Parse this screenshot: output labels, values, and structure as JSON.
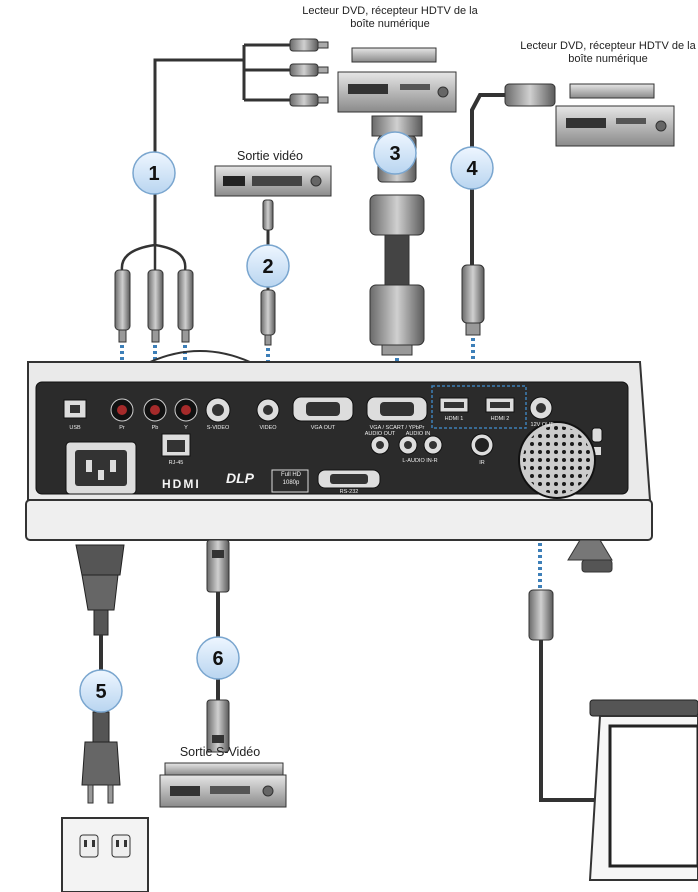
{
  "captions": {
    "dvd_top": "Lecteur DVD, récepteur HDTV de la boîte numérique",
    "dvd_right": "Lecteur DVD, récepteur HDTV de la boîte numérique",
    "video_out": "Sortie vidéo",
    "svideo_out": "Sortie S-Vidéo"
  },
  "badges": [
    "1",
    "2",
    "3",
    "4",
    "5",
    "6"
  ],
  "ports": {
    "usb": "USB",
    "pr": "Pr",
    "pb": "Pb",
    "y": "Y",
    "svideo": "S-VIDEO",
    "video": "VIDEO",
    "vga_out": "VGA OUT",
    "vga_in": "VGA / SCART / YPbPr",
    "hdmi1": "HDMI 1",
    "hdmi2": "HDMI 2",
    "out12v": "12V OUT",
    "rj45": "RJ-45",
    "audio_out": "AUDIO OUT",
    "audio_in": "AUDIO IN",
    "laudio": "L-AUDIO IN-R",
    "ir": "IR",
    "rs232": "RS-232"
  },
  "brands": {
    "hdmi": "HDMI",
    "dlp": "DLP",
    "fullhd": "Full HD 1080p"
  },
  "colors": {
    "projector_body": "#3a3a3a",
    "panel": "#222222",
    "dotted_link": "#3d7fb8",
    "badge_fill": "#d6e7f8",
    "cable": "#333333"
  }
}
